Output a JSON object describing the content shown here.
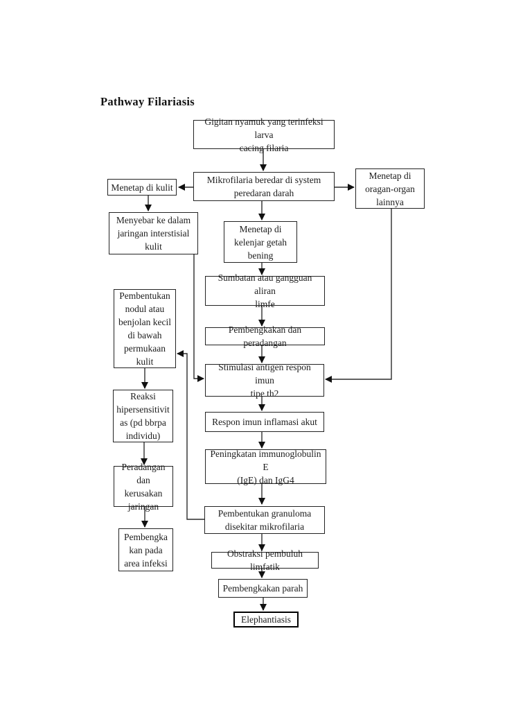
{
  "page": {
    "title": "Pathway Filariasis"
  },
  "diagram": {
    "nodes": {
      "gigitan": {
        "label": "Gigitan nyamuk yang terinfeksi larva\ncacing filaria"
      },
      "mikrofilaria": {
        "label": "Mikrofilaria beredar di system\nperedaran darah"
      },
      "menetapKulit": {
        "label": "Menetap di kulit"
      },
      "menetapOrgan": {
        "label": "Menetap di\noragan-organ\nlainnya"
      },
      "menyebar": {
        "label": "Menyebar ke dalam\njaringan interstisial\nkulit"
      },
      "kelenjar": {
        "label": "Menetap di\nkelenjar getah\nbening"
      },
      "sumbatan": {
        "label": "Sumbatan atau gangguan aliran\nlimfe"
      },
      "pembengkakanPeradangan": {
        "label": "Pembengkakan dan peradangan"
      },
      "stimulasi": {
        "label": "Stimulasi antigen respon imun\ntipe th2"
      },
      "responImun": {
        "label": "Respon imun inflamasi akut"
      },
      "peningkatanIgE": {
        "label": "Peningkatan immunoglobulin E\n(IgE) dan IgG4"
      },
      "granuloma": {
        "label": "Pembentukan granuloma\ndisekitar mikrofilaria"
      },
      "obstraksi": {
        "label": "Obstraksi pembuluh limfatik"
      },
      "pembengkakanParah": {
        "label": "Pembengkakan parah"
      },
      "elephantiasis": {
        "label": "Elephantiasis"
      },
      "nodul": {
        "label": "Pembentukan\nnodul atau\nbenjolan kecil\ndi bawah\npermukaan\nkulit"
      },
      "reaksi": {
        "label": "Reaksi\nhipersensitivit\nas (pd bbrpa\nindividu)"
      },
      "peradanganKerusakan": {
        "label": "Peradangan\ndan kerusakan\njaringan"
      },
      "pembengkakanInfeksi": {
        "label": "Pembengka\nkan pada\narea infeksi"
      }
    },
    "edges": [
      {
        "from": "gigitan",
        "to": "mikrofilaria"
      },
      {
        "from": "mikrofilaria",
        "to": "menetapKulit"
      },
      {
        "from": "mikrofilaria",
        "to": "menetapOrgan"
      },
      {
        "from": "mikrofilaria",
        "to": "kelenjar"
      },
      {
        "from": "menetapKulit",
        "to": "menyebar"
      },
      {
        "from": "menyebar",
        "to": "stimulasi"
      },
      {
        "from": "menetapOrgan",
        "to": "stimulasi"
      },
      {
        "from": "kelenjar",
        "to": "sumbatan"
      },
      {
        "from": "sumbatan",
        "to": "pembengkakanPeradangan"
      },
      {
        "from": "pembengkakanPeradangan",
        "to": "stimulasi"
      },
      {
        "from": "stimulasi",
        "to": "responImun"
      },
      {
        "from": "responImun",
        "to": "peningkatanIgE"
      },
      {
        "from": "peningkatanIgE",
        "to": "granuloma"
      },
      {
        "from": "granuloma",
        "to": "obstraksi"
      },
      {
        "from": "granuloma",
        "to": "nodul"
      },
      {
        "from": "obstraksi",
        "to": "pembengkakanParah"
      },
      {
        "from": "pembengkakanParah",
        "to": "elephantiasis"
      },
      {
        "from": "nodul",
        "to": "reaksi"
      },
      {
        "from": "reaksi",
        "to": "peradanganKerusakan"
      },
      {
        "from": "peradanganKerusakan",
        "to": "pembengkakanInfeksi"
      }
    ]
  }
}
